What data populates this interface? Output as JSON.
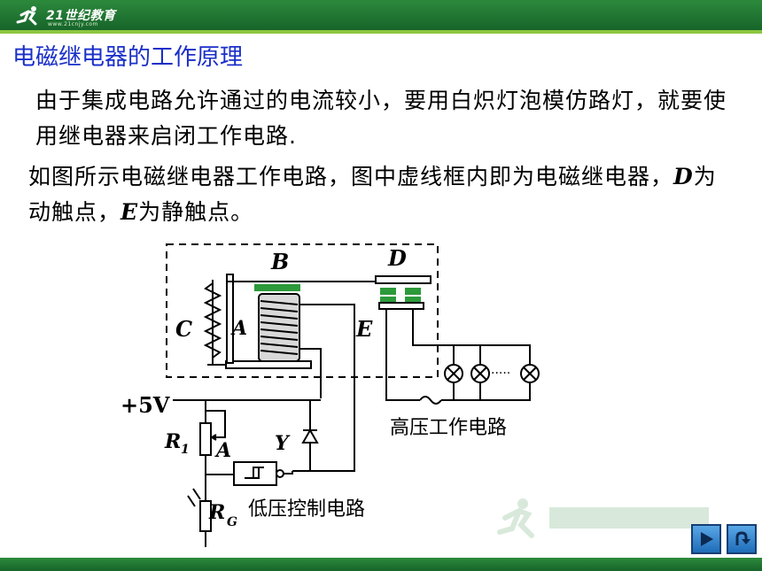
{
  "header": {
    "logo_text": "21世纪教育",
    "logo_url_text": "www.21cnjy.com"
  },
  "title": "电磁继电器的工作原理",
  "para1": "由于集成电路允许通过的电流较小，要用白炽灯泡模仿路灯，就要使用继电器来启闭工作电路.",
  "para2": {
    "part1": "如图所示电磁继电器工作电路，图中虚线框内即为电磁继电器，",
    "d": "D",
    "part2": "为动触点，",
    "e": "E",
    "part3": "为静触点。"
  },
  "diagram": {
    "label_b": "B",
    "label_d": "D",
    "label_c": "C",
    "label_a_coil": "A",
    "label_e": "E",
    "label_5v": "+5V",
    "label_r1": "R",
    "label_r1_sub": "1",
    "label_a_gate": "A",
    "label_y": "Y",
    "label_rg": "R",
    "label_rg_sub": "G",
    "label_high": "高压工作电路",
    "label_low": "低压控制电路",
    "lamp_dots": "·····"
  },
  "nav": {
    "next_icon": "play-icon",
    "back_icon": "return-icon"
  },
  "colors": {
    "header_green": "#1f7a33",
    "title_blue": "#1a2fc8",
    "contact_green": "#2c9a3a",
    "nav_blue": "#2a7ad0"
  }
}
